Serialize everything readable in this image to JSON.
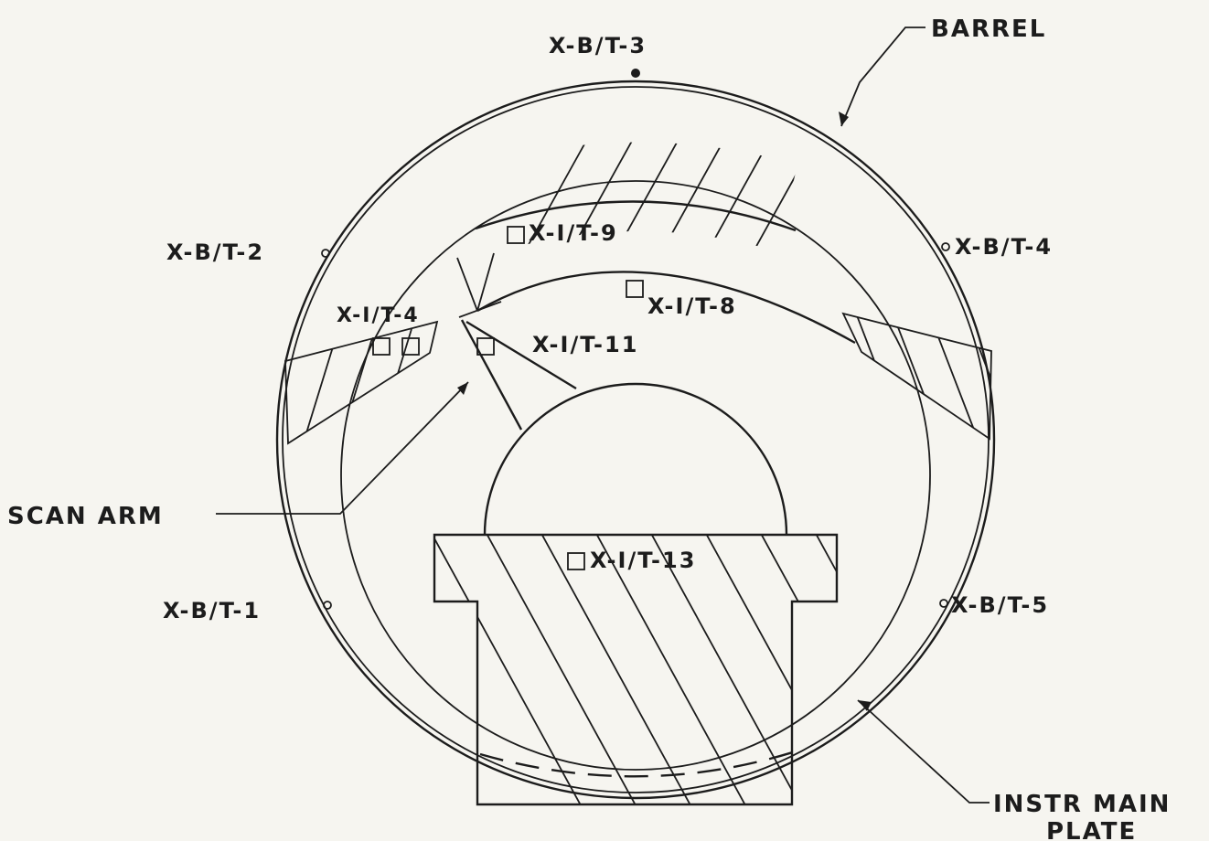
{
  "colors": {
    "ink": "#1c1c1c",
    "paper": "#f6f5f0"
  },
  "labels": {
    "barrel": "BARREL",
    "scan_arm": "SCAN ARM",
    "instr_main_plate_line1": "INSTR MAIN",
    "instr_main_plate_line2": "PLATE"
  },
  "sensors": {
    "xbt1": "X-B/T-1",
    "xbt2": "X-B/T-2",
    "xbt3": "X-B/T-3",
    "xbt4": "X-B/T-4",
    "xbt5": "X-B/T-5",
    "xit4": "X-I/T-4",
    "xit8": "X-I/T-8",
    "xit9": "X-I/T-9",
    "xit11": "X-I/T-11",
    "xit13": "X-I/T-13"
  }
}
